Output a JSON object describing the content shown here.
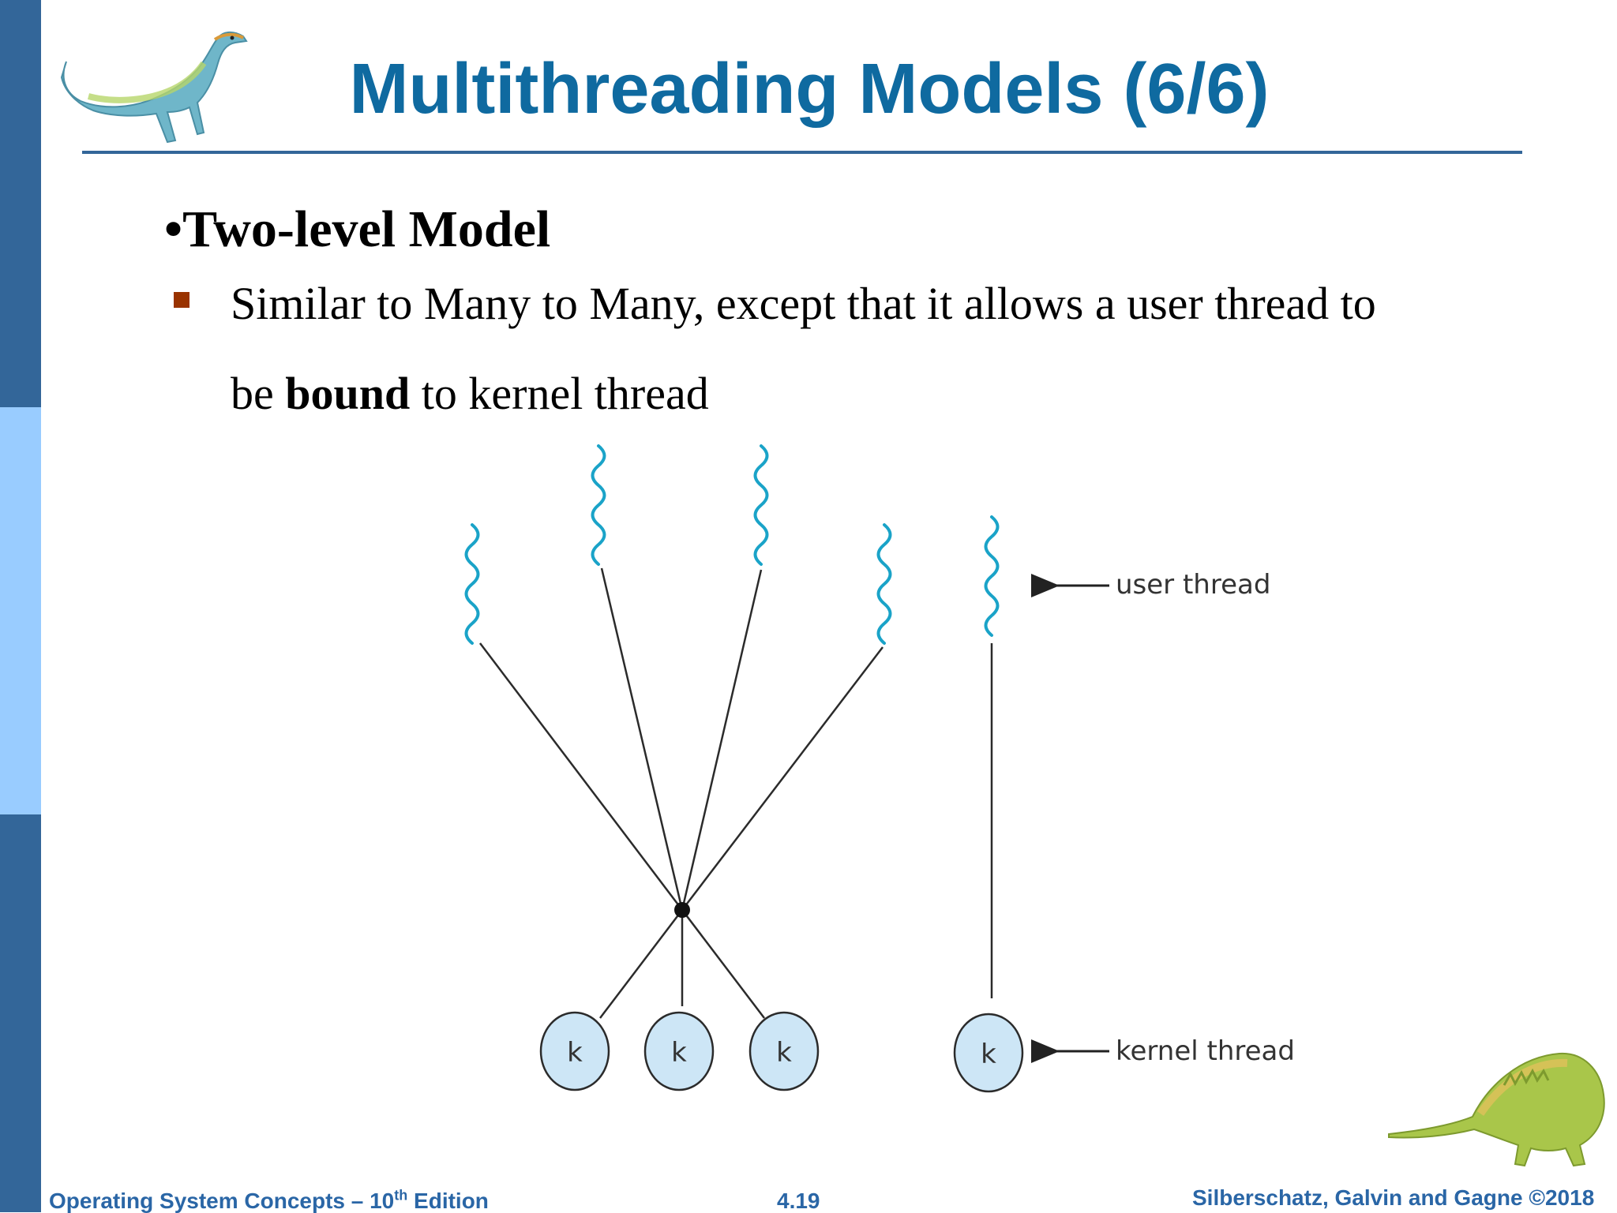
{
  "slide": {
    "title": "Multithreading Models (6/6)",
    "bullet_heading": "•Two-level Model",
    "text_line1": "Similar to Many to Many, except that it allows a user thread to",
    "text_line2_pre": "be ",
    "text_line2_bold": "bound",
    "text_line2_post": " to kernel thread"
  },
  "diagram": {
    "user_thread_label": "user thread",
    "kernel_thread_label": "kernel thread",
    "kernel_node_letter": "k",
    "shared_user_threads": 4,
    "shared_kernel_threads": 3,
    "bound_pairs": 1
  },
  "footer": {
    "left_prefix": "Operating System Concepts – 10",
    "left_sup": "th",
    "left_suffix": " Edition",
    "center": "4.19",
    "right": "Silberschatz, Galvin and Gagne ©2018"
  },
  "colors": {
    "title": "#0f6aa0",
    "sidebar_dark": "#336699",
    "sidebar_light": "#99ccff",
    "bullet_square": "#993300",
    "thread_wave": "#1aa3c8",
    "kernel_fill": "#cde6f6",
    "footer": "#2a66a6"
  }
}
